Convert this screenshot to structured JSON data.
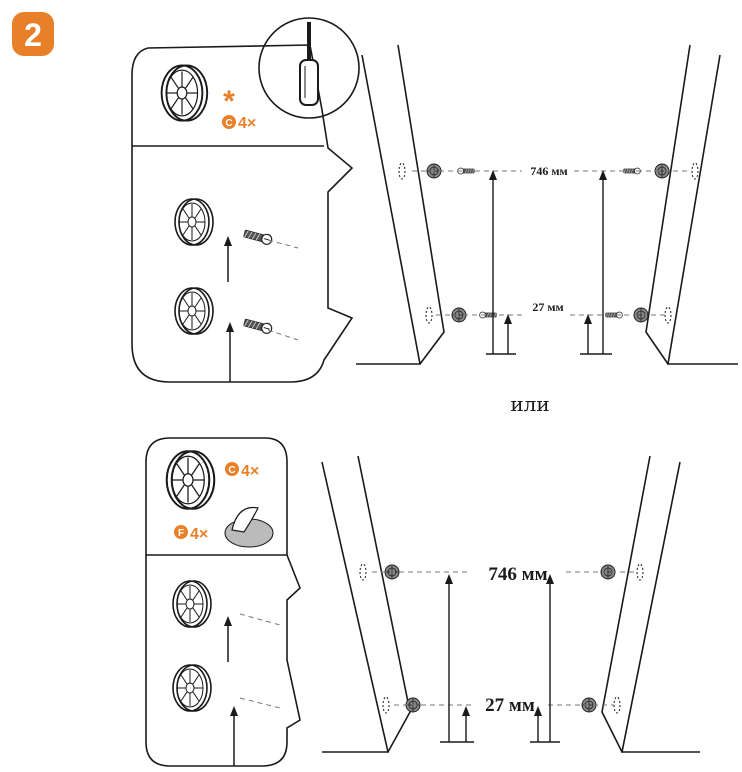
{
  "step": {
    "number": "2"
  },
  "top": {
    "part_letter": "C",
    "part_qty": "4×",
    "asterisk": "*",
    "tool_icon": "screwdriver-icon",
    "dims": {
      "width": "746 мм",
      "offset": "27 мм"
    }
  },
  "separator": "или",
  "bottom": {
    "part1_letter": "C",
    "part1_qty": "4×",
    "part2_letter": "F",
    "part2_qty": "4×",
    "dims": {
      "width": "746 мм",
      "offset": "27 мм"
    }
  },
  "colors": {
    "accent": "#e8802a",
    "line": "#1a1a1a"
  }
}
